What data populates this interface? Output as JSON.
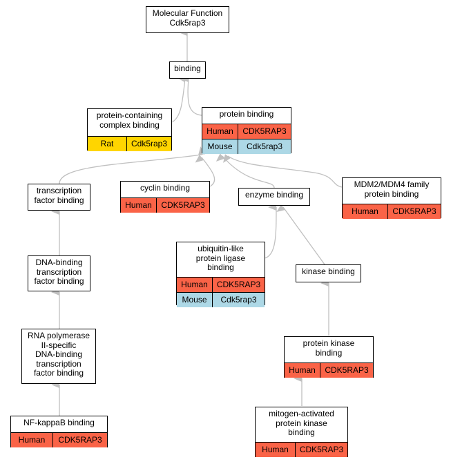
{
  "colors": {
    "human": "#fa6347",
    "mouse": "#add8e6",
    "rat": "#ffd500",
    "edge": "#c0c0c0"
  },
  "nodes": [
    {
      "id": "molecular-function",
      "title": "Molecular Function\nCdk5rap3",
      "rows": []
    },
    {
      "id": "binding",
      "title": "binding",
      "rows": []
    },
    {
      "id": "protein-containing-complex-binding",
      "title": "protein-containing\ncomplex binding",
      "rows": [
        {
          "species": "Rat",
          "gene": "Cdk5rap3",
          "color": "rat"
        }
      ]
    },
    {
      "id": "protein-binding",
      "title": "protein binding",
      "rows": [
        {
          "species": "Human",
          "gene": "CDK5RAP3",
          "color": "human"
        },
        {
          "species": "Mouse",
          "gene": "Cdk5rap3",
          "color": "mouse"
        }
      ]
    },
    {
      "id": "transcription-factor-binding",
      "title": "transcription\nfactor binding",
      "rows": []
    },
    {
      "id": "cyclin-binding",
      "title": "cyclin binding",
      "rows": [
        {
          "species": "Human",
          "gene": "CDK5RAP3",
          "color": "human"
        }
      ]
    },
    {
      "id": "enzyme-binding",
      "title": "enzyme binding",
      "rows": []
    },
    {
      "id": "mdm2-mdm4-family-protein-binding",
      "title": "MDM2/MDM4 family\nprotein binding",
      "rows": [
        {
          "species": "Human",
          "gene": "CDK5RAP3",
          "color": "human"
        }
      ]
    },
    {
      "id": "dna-binding-transcription-factor-binding",
      "title": "DNA-binding\ntranscription\nfactor binding",
      "rows": []
    },
    {
      "id": "ubiquitin-like-protein-ligase-binding",
      "title": "ubiquitin-like\nprotein ligase\nbinding",
      "rows": [
        {
          "species": "Human",
          "gene": "CDK5RAP3",
          "color": "human"
        },
        {
          "species": "Mouse",
          "gene": "Cdk5rap3",
          "color": "mouse"
        }
      ]
    },
    {
      "id": "kinase-binding",
      "title": "kinase binding",
      "rows": []
    },
    {
      "id": "rna-polymerase-ii-specific-dna-binding-transcription-factor-binding",
      "title": "RNA polymerase\nII-specific\nDNA-binding\ntranscription\nfactor binding",
      "rows": []
    },
    {
      "id": "protein-kinase-binding",
      "title": "protein kinase\nbinding",
      "rows": [
        {
          "species": "Human",
          "gene": "CDK5RAP3",
          "color": "human"
        }
      ]
    },
    {
      "id": "nf-kappab-binding",
      "title": "NF-kappaB binding",
      "rows": [
        {
          "species": "Human",
          "gene": "CDK5RAP3",
          "color": "human"
        }
      ]
    },
    {
      "id": "mitogen-activated-protein-kinase-binding",
      "title": "mitogen-activated\nprotein kinase\nbinding",
      "rows": [
        {
          "species": "Human",
          "gene": "CDK5RAP3",
          "color": "human"
        }
      ]
    }
  ],
  "edges": [
    {
      "from": "binding",
      "to": "molecular-function"
    },
    {
      "from": "protein-containing-complex-binding",
      "to": "binding"
    },
    {
      "from": "protein-binding",
      "to": "binding"
    },
    {
      "from": "transcription-factor-binding",
      "to": "protein-binding"
    },
    {
      "from": "cyclin-binding",
      "to": "protein-binding"
    },
    {
      "from": "enzyme-binding",
      "to": "protein-binding"
    },
    {
      "from": "mdm2-mdm4-family-protein-binding",
      "to": "protein-binding"
    },
    {
      "from": "ubiquitin-like-protein-ligase-binding",
      "to": "enzyme-binding"
    },
    {
      "from": "kinase-binding",
      "to": "enzyme-binding"
    },
    {
      "from": "dna-binding-transcription-factor-binding",
      "to": "transcription-factor-binding"
    },
    {
      "from": "rna-polymerase-ii-specific-dna-binding-transcription-factor-binding",
      "to": "dna-binding-transcription-factor-binding"
    },
    {
      "from": "nf-kappab-binding",
      "to": "rna-polymerase-ii-specific-dna-binding-transcription-factor-binding"
    },
    {
      "from": "protein-kinase-binding",
      "to": "kinase-binding"
    },
    {
      "from": "mitogen-activated-protein-kinase-binding",
      "to": "protein-kinase-binding"
    }
  ]
}
